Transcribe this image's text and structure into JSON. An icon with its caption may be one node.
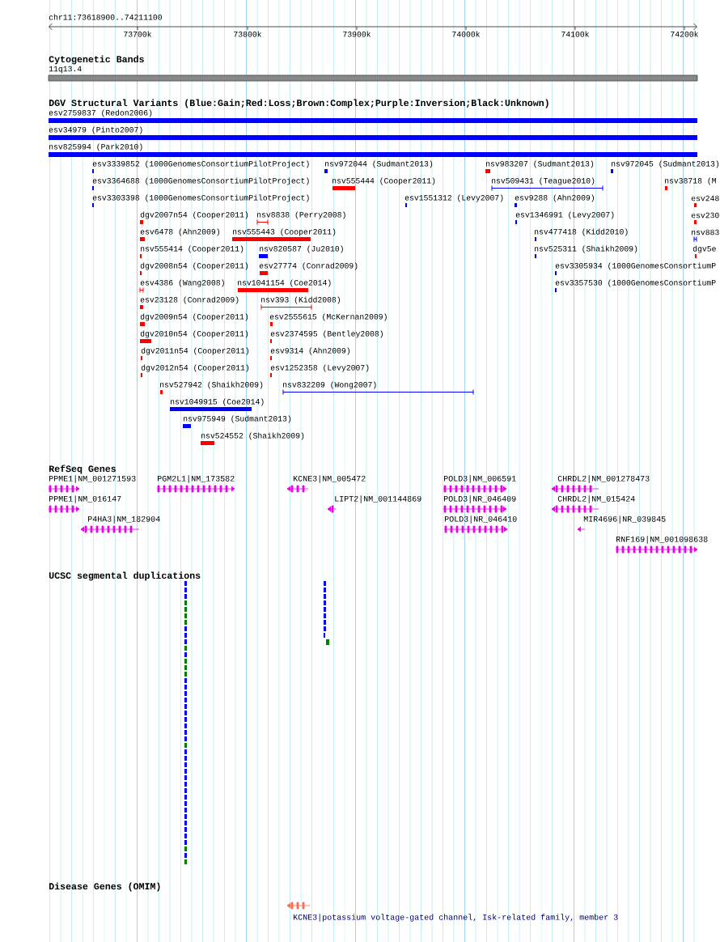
{
  "diagram": {
    "labels": [
      "chr11:73618900..74211100",
      "73700k",
      "73800k",
      "73900k",
      "74000k",
      "74100k",
      "74200k",
      "Cytogenetic Bands",
      "11q13.4",
      "DGV Structural Variants (Blue:Gain;Red:Loss;Brown:Complex;Purple:Inversion;Black:Unknown)",
      "esv2759837 (Redon2006)",
      "esv34979 (Pinto2007)",
      "nsv825994 (Park2010)",
      "esv3339852 (1000GenomesConsortiumPilotProject)",
      "nsv972044 (Sudmant2013)",
      "nsv983207 (Sudmant2013)",
      "nsv972045 (Sudmant2013)",
      "esv3364688 (1000GenomesConsortiumPilotProject)",
      "nsv555444 (Cooper2011)",
      "nsv509431 (Teague2010)",
      "nsv38718 (M",
      "esv3303398 (1000GenomesConsortiumPilotProject)",
      "esv1551312 (Levy2007)",
      "esv9288 (Ahn2009)",
      "esv248",
      "dgv2007n54 (Cooper2011)",
      "nsv8838 (Perry2008)",
      "esv1346991 (Levy2007)",
      "esv230",
      "esv6478 (Ahn2009)",
      "nsv555443 (Cooper2011)",
      "nsv477418 (Kidd2010)",
      "nsv883",
      "nsv555414 (Cooper2011)",
      "nsv820587 (Ju2010)",
      "nsv525311 (Shaikh2009)",
      "dgv5e",
      "dgv2008n54 (Cooper2011)",
      "esv27774 (Conrad2009)",
      "esv3305934 (1000GenomesConsortiumP",
      "esv4386 (Wang2008)",
      "nsv1041154 (Coe2014)",
      "esv3357530 (1000GenomesConsortiumP",
      "esv23128 (Conrad2009)",
      "nsv393 (Kidd2008)",
      "dgv2009n54 (Cooper2011)",
      "esv2555615 (McKernan2009)",
      "dgv2010n54 (Cooper2011)",
      "esv2374595 (Bentley2008)",
      "dgv2011n54 (Cooper2011)",
      "esv9314 (Ahn2009)",
      "dgv2012n54 (Cooper2011)",
      "esv1252358 (Levy2007)",
      "nsv527942 (Shaikh2009)",
      "nsv832209 (Wong2007)",
      "nsv1049915 (Coe2014)",
      "nsv975949 (Sudmant2013)",
      "nsv524552 (Shaikh2009)",
      "RefSeq Genes",
      "PPME1|NM_001271593",
      "PGM2L1|NM_173582",
      "KCNE3|NM_005472",
      "POLD3|NM_006591",
      "CHRDL2|NM_001278473",
      "PPME1|NM_016147",
      "LIPT2|NM_001144869",
      "POLD3|NR_046409",
      "CHRDL2|NM_015424",
      "P4HA3|NM_182904",
      "POLD3|NR_046410",
      "MIR4696|NR_039845",
      "RNF169|NM_001098638",
      "UCSC segmental duplications",
      "Disease Genes (OMIM)",
      "KCNE3|potassium voltage-gated channel, Isk-related family, member 3"
    ]
  }
}
